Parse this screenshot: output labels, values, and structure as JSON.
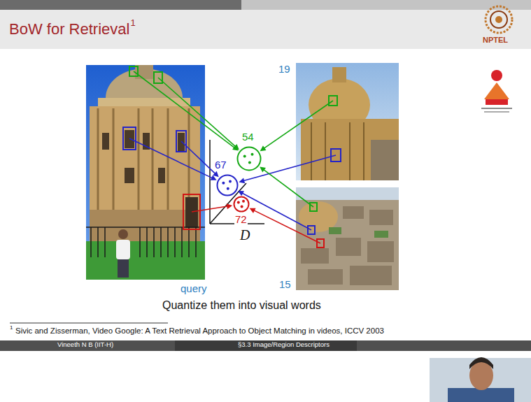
{
  "diagram": {
    "title": "BoW for Retrieval",
    "caption": "Quantize them into visual words",
    "nodes": [
      {
        "text": [
          "query"
        ]
      },
      {
        "text": [
          "19"
        ]
      },
      {
        "text": [
          "15"
        ]
      },
      {
        "text": [
          "54"
        ]
      },
      {
        "text": [
          "67"
        ]
      },
      {
        "text": [
          "72"
        ]
      }
    ],
    "edges": [
      {
        "from": 0,
        "to": 3,
        "arrow": "to"
      },
      {
        "from": 0,
        "to": 3,
        "arrow": "to"
      },
      {
        "from": 0,
        "to": 4,
        "arrow": "to"
      },
      {
        "from": 0,
        "to": 4,
        "arrow": "to"
      },
      {
        "from": 0,
        "to": 5,
        "arrow": "to"
      },
      {
        "from": 1,
        "to": 3,
        "arrow": "to"
      },
      {
        "from": 1,
        "to": 4,
        "arrow": "to"
      },
      {
        "from": 2,
        "to": 3,
        "arrow": "to"
      },
      {
        "from": 2,
        "to": 4,
        "arrow": "to"
      },
      {
        "from": 2,
        "to": 5,
        "arrow": "to"
      }
    ],
    "labels": [
      "1",
      "NPTEL",
      "D",
      "1",
      "Sivic and Zisserman, Video Google: A Text Retrieval Approach to Object Matching in videos, ICCV 2003",
      "Vineeth N B (IIT-H)",
      "§3.3 Image/Region Descriptors"
    ]
  }
}
